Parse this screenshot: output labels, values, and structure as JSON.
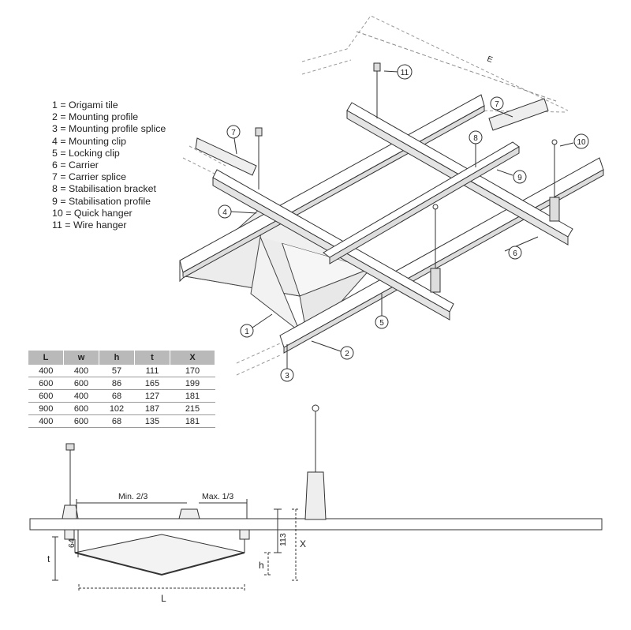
{
  "legend": [
    "1 = Origami tile",
    "2 = Mounting profile",
    "3 = Mounting profile splice",
    "4 = Mounting clip",
    "5 = Locking clip",
    "6 = Carrier",
    "7 = Carrier splice",
    "8 = Stabilisation bracket",
    "9 = Stabilisation profile",
    "10 = Quick hanger",
    "11 = Wire hanger"
  ],
  "callouts": {
    "n1": "1",
    "n2": "2",
    "n3": "3",
    "n4": "4",
    "n5": "5",
    "n6": "6",
    "n7a": "7",
    "n7b": "7",
    "n8": "8",
    "n9": "9",
    "n10": "10",
    "n11": "11"
  },
  "dimension_E": "E",
  "table": {
    "headers": [
      "L",
      "w",
      "h",
      "t",
      "X"
    ],
    "rows": [
      [
        "400",
        "400",
        "57",
        "111",
        "170"
      ],
      [
        "600",
        "600",
        "86",
        "165",
        "199"
      ],
      [
        "600",
        "400",
        "68",
        "127",
        "181"
      ],
      [
        "900",
        "600",
        "102",
        "187",
        "215"
      ],
      [
        "400",
        "600",
        "68",
        "135",
        "181"
      ]
    ]
  },
  "section": {
    "min_label": "Min. 2/3",
    "max_label": "Max. 1/3",
    "dim_64": "64",
    "dim_113": "113",
    "t": "t",
    "h": "h",
    "X": "X",
    "L": "L"
  }
}
